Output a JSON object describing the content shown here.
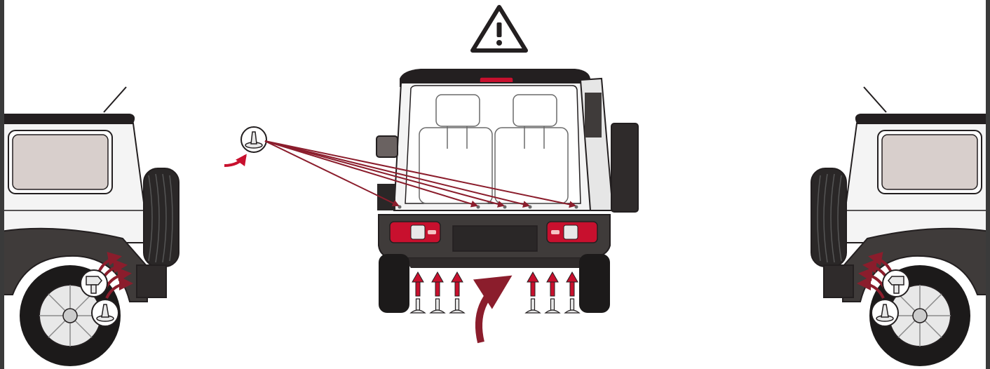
{
  "title": "",
  "colors": {
    "arrow": "#8b1d2c",
    "arrow_bright": "#c8102e",
    "body_outline": "#231f20",
    "body_white": "#f4f4f4",
    "glass": "#d8cfcc",
    "dark_plastic": "#3f3b3a",
    "tail_light": "#c8102e",
    "frame": "#3a3a3a"
  },
  "icons": {
    "warning": "warning-triangle-icon",
    "clip": "push-clip-icon",
    "bolt": "bolt-icon",
    "screw": "screw-icon"
  },
  "views": [
    {
      "name": "left-side-view",
      "label": ""
    },
    {
      "name": "rear-view",
      "label": ""
    },
    {
      "name": "right-side-view",
      "label": ""
    }
  ],
  "rear_fasteners": {
    "top_clip_count": 5,
    "bottom_left_screw_count": 3,
    "bottom_right_screw_count": 3
  },
  "side_fasteners": {
    "left_bolt_count": 1,
    "left_clip_count": 1,
    "right_bolt_count": 1,
    "right_clip_count": 1
  }
}
